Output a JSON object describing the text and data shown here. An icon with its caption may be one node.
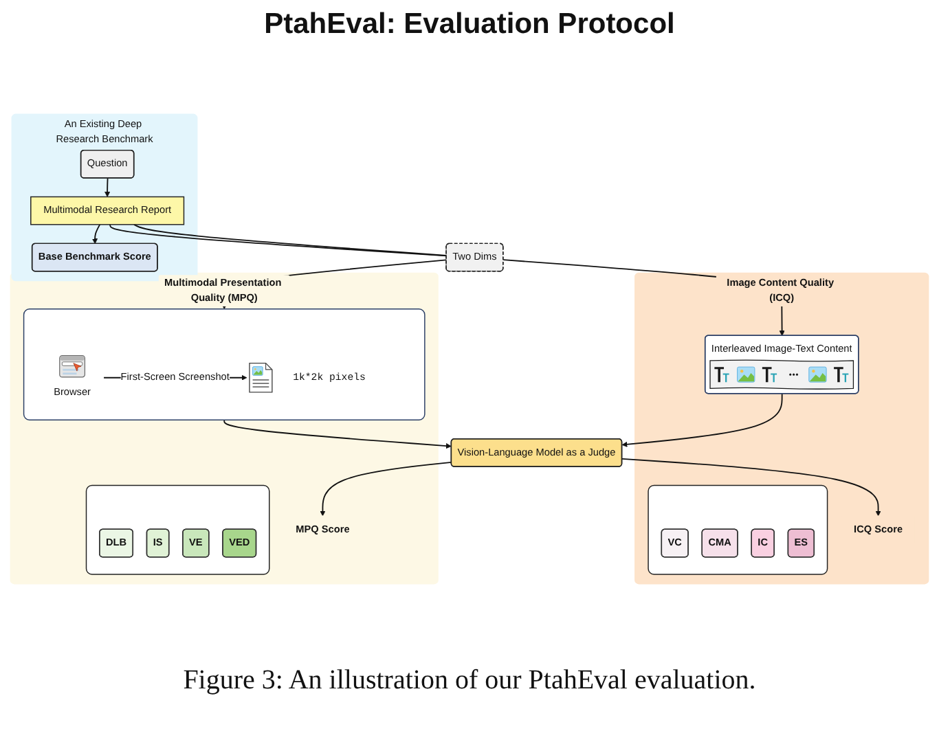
{
  "diagram": {
    "title": "PtahEval: Evaluation Protocol",
    "caption": "Figure 3: An illustration of our PtahEval evaluation.",
    "nodes": [
      {
        "text": [
          "An Existing Deep Research Benchmark"
        ]
      },
      {
        "text": [
          "Question"
        ],
        "in": 0
      },
      {
        "text": [
          "Multimodal Research Report"
        ],
        "in": 0
      },
      {
        "text": [
          "Base Benchmark Score"
        ],
        "in": 0
      },
      {
        "text": [
          "Two Dims"
        ]
      },
      {
        "text": [
          "Image Content Quality (ICQ)"
        ]
      },
      {
        "text": [
          "Interleaved Image-Text Content"
        ],
        "in": 5
      },
      {
        "text": [],
        "shape": "box",
        "in": 5
      },
      {
        "text": [
          "VC"
        ],
        "in": 7
      },
      {
        "text": [
          "CMA"
        ],
        "in": 7
      },
      {
        "text": [
          "IC"
        ],
        "in": 7
      },
      {
        "text": [
          "ES"
        ],
        "in": 7
      },
      {
        "text": [
          "ICQ Score"
        ],
        "in": 5
      },
      {
        "text": [
          "Vision-Language Model as a Judge"
        ]
      },
      {
        "text": [
          "Multimodal Presentation Quality (MPQ)"
        ]
      },
      {
        "text": [
          "MPQ Score"
        ],
        "in": 14
      },
      {
        "text": [],
        "shape": "box",
        "in": 14
      },
      {
        "text": [
          "DLB"
        ],
        "in": 16
      },
      {
        "text": [
          "IS"
        ],
        "in": 16
      },
      {
        "text": [
          "VE"
        ],
        "in": 16
      },
      {
        "text": [
          "VED"
        ],
        "in": 16
      },
      {
        "text": [],
        "shape": "box",
        "in": 14
      },
      {
        "text": [
          "Browser"
        ],
        "in": 21
      },
      {
        "text": [],
        "shape": "picture",
        "in": 21,
        "beside": [
          "1k*2k pixels"
        ]
      }
    ],
    "edges": [
      {
        "from": 1,
        "to": 2,
        "arrow": "to"
      },
      {
        "from": 2,
        "to": 3,
        "arrow": "to"
      },
      {
        "from": 2,
        "to": 4,
        "arrow": "none"
      },
      {
        "from": 2,
        "to": 4,
        "arrow": "none"
      },
      {
        "from": 4,
        "to": 6,
        "arrow": "to"
      },
      {
        "from": 4,
        "to": 21,
        "arrow": "to"
      },
      {
        "from": 6,
        "to": 13,
        "arrow": "to"
      },
      {
        "from": 21,
        "to": 13,
        "arrow": "to"
      },
      {
        "from": 13,
        "to": 12,
        "arrow": "to"
      },
      {
        "from": 13,
        "to": 15,
        "arrow": "to"
      },
      {
        "from": 22,
        "to": 23,
        "arrow": "to",
        "label": "First-Screen Screenshot"
      }
    ]
  }
}
